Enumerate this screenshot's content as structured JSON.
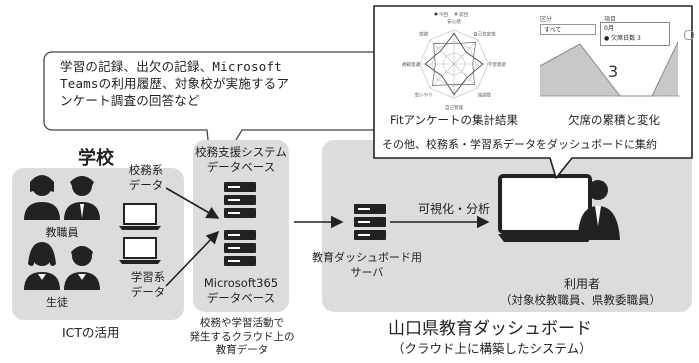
{
  "callout": {
    "lines": [
      "学習の記録、出欠の記録、Microsoft",
      "Teamsの利用履歴、対象校が実施するア",
      "ンケート調査の回答など"
    ]
  },
  "school": {
    "title": "学校",
    "staff_label": "教職員",
    "students_label": "生徒",
    "ict_label": "ICTの活用",
    "admin_data_label": [
      "校務系",
      "データ"
    ],
    "learning_data_label": [
      "学習系",
      "データ"
    ]
  },
  "databases": {
    "admin_db": [
      "校務支援システム",
      "データベース"
    ],
    "ms365_db": [
      "Microsoft365",
      "データベース"
    ],
    "ms365_note": [
      "校務や学習活動で",
      "発生するクラウド上の",
      "教育データ"
    ]
  },
  "dashboard": {
    "server_label": [
      "教育ダッシュボード用",
      "サーバ"
    ],
    "flow_label": "可視化・分析",
    "user_label": "利用者",
    "user_note": "（対象校教職員、県教委職員）",
    "title": "山口県教育ダッシュボード",
    "subtitle": "（クラウド上に構築したシステム）"
  },
  "screen": {
    "fit_caption": "Fitアンケートの集計結果",
    "absence_caption": "欠席の累積と変化",
    "summary": "その他、校務系・学習系データをダッシュボードに集約",
    "big_number": "3",
    "filter_label": "すべて",
    "tooltip_title": "0月",
    "tooltip_value": "● 欠席日数 3",
    "radar_legend": [
      "今回",
      "前回"
    ],
    "radar_axes": [
      "安心感",
      "自己肯定感",
      "学習意欲",
      "協調性",
      "自己管理",
      "思いやり",
      "規範意識",
      "感謝"
    ]
  }
}
